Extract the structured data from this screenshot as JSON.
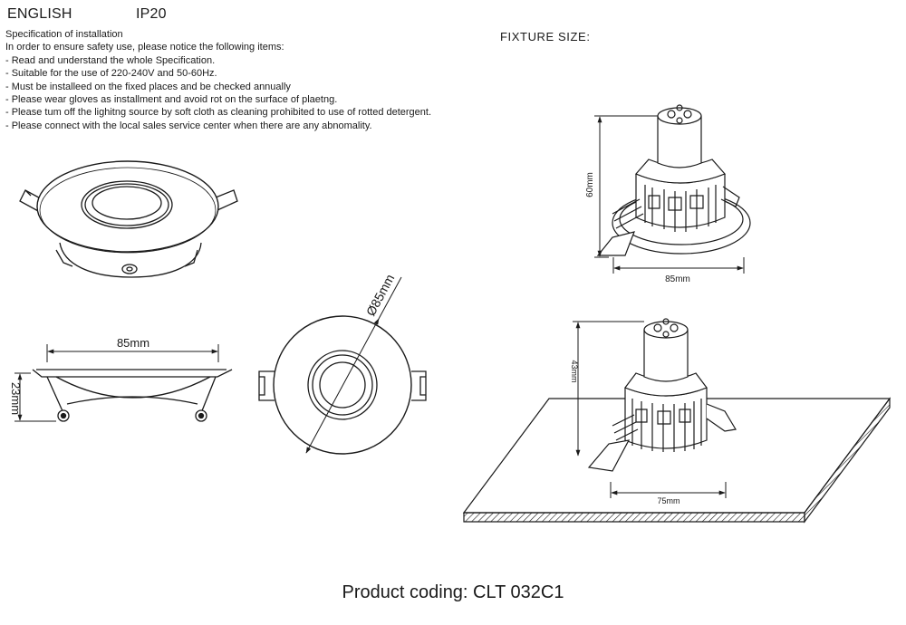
{
  "header": {
    "language": "ENGLISH",
    "rating": "IP20"
  },
  "spec": {
    "title": "Specification of installation",
    "intro": "In order to ensure safety use, please notice the following items:",
    "items": [
      "- Read and understand the whole Specification.",
      "- Suitable for the use of 220-240V and 50-60Hz.",
      "- Must be installeed on the fixed places and be checked annually",
      "- Please wear gloves as installment and avoid rot on the surface of plaetng.",
      "- Please tum off the lighitng source by soft cloth as cleaning prohibited to use of rotted detergent.",
      "- Please connect with the local sales service center when there are any abnomality."
    ]
  },
  "fixture_size": {
    "title": "FIXTURE SIZE:"
  },
  "dimensions": {
    "side_width": "85mm",
    "side_height": "23mm",
    "top_diameter": "Ø85mm",
    "fixture_height": "60mm",
    "fixture_width": "85mm",
    "installed_height": "43mm",
    "cutout": "75mm"
  },
  "footer": {
    "coding": "Product coding: CLT 032C1"
  }
}
